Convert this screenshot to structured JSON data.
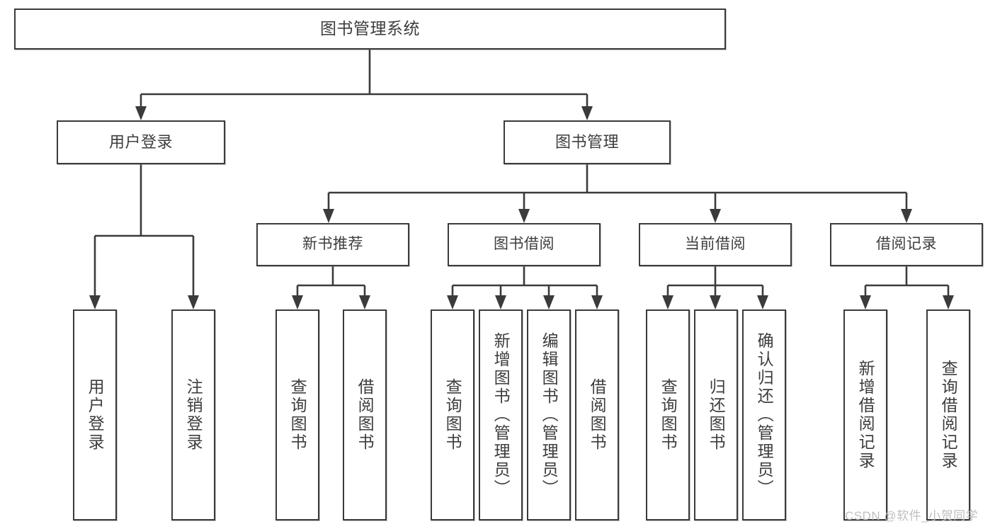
{
  "diagram": {
    "title": "图书管理系统",
    "type": "tree-hierarchy-chart",
    "watermark": "CSDN @软件_小贺同学",
    "colors": {
      "stroke": "#3b3b3b",
      "fill": "#ffffff",
      "text": "#3d3d3d",
      "watermark": "#bfbfbf"
    },
    "root": {
      "label": "图书管理系统"
    },
    "level1": [
      {
        "label": "用户登录"
      },
      {
        "label": "图书管理"
      }
    ],
    "level2": [
      {
        "label": "新书推荐"
      },
      {
        "label": "图书借阅"
      },
      {
        "label": "当前借阅"
      },
      {
        "label": "借阅记录"
      }
    ],
    "leaves": {
      "user_login": [
        {
          "label": "用户登录"
        },
        {
          "label": "注销登录"
        }
      ],
      "new_book_recommend": [
        {
          "label": "查询图书"
        },
        {
          "label": "借阅图书"
        }
      ],
      "book_borrow": [
        {
          "label": "查询图书"
        },
        {
          "label": "新增图书（管理员）"
        },
        {
          "label": "编辑图书（管理员）"
        },
        {
          "label": "借阅图书"
        }
      ],
      "current_borrow": [
        {
          "label": "查询图书"
        },
        {
          "label": "归还图书"
        },
        {
          "label": "确认归还（管理员）"
        }
      ],
      "borrow_record": [
        {
          "label": "新增借阅记录"
        },
        {
          "label": "查询借阅记录"
        }
      ]
    }
  }
}
